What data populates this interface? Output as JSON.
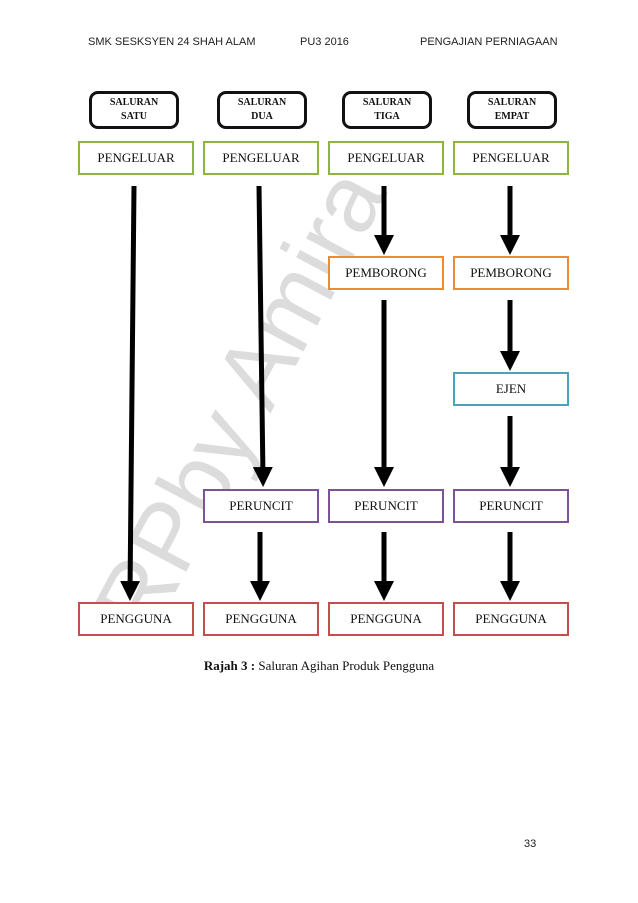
{
  "header": {
    "school": "SMK SESKSYEN 24 SHAH ALAM",
    "code": "PU3 2016",
    "subject": "PENGAJIAN PERNIAGAAN"
  },
  "channels": [
    {
      "line1": "SALURAN",
      "line2": "SATU"
    },
    {
      "line1": "SALURAN",
      "line2": "DUA"
    },
    {
      "line1": "SALURAN",
      "line2": "TIGA"
    },
    {
      "line1": "SALURAN",
      "line2": "EMPAT"
    }
  ],
  "nodes": {
    "producer": "PENGELUAR",
    "wholesaler": "PEMBORONG",
    "agent": "EJEN",
    "retailer": "PERUNCIT",
    "consumer": "PENGGUNA"
  },
  "colors": {
    "producer": "#8db641",
    "wholesaler": "#ee8a2f",
    "agent": "#4aa4b7",
    "retailer": "#7a5399",
    "consumer": "#c1504d",
    "arrow": "#000000"
  },
  "caption": {
    "label": "Rajah 3 :",
    "text": " Saluran Agihan Produk Pengguna"
  },
  "watermark": "RPby Amira",
  "page_number": "33"
}
